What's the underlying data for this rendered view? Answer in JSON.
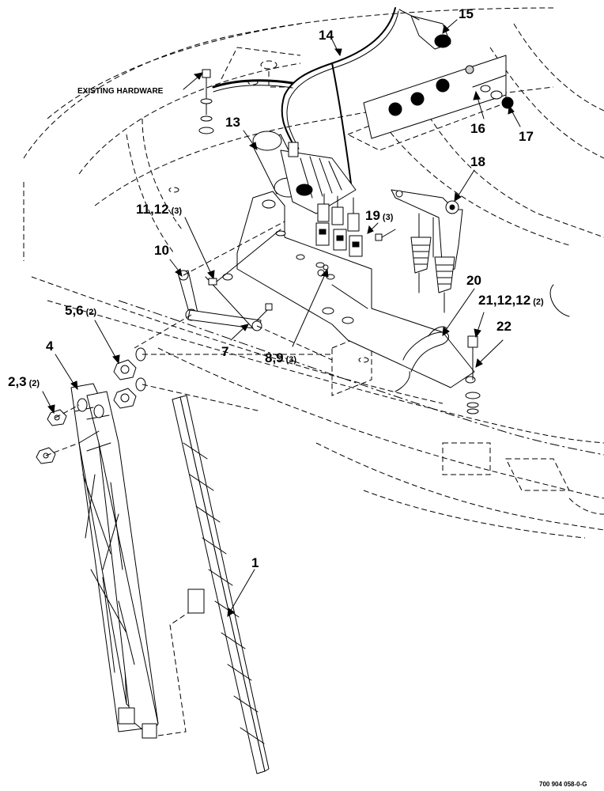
{
  "diagram": {
    "note_label": "EXISTING HARDWARE",
    "drawing_number": "700 904 058-0-G",
    "callouts": [
      {
        "id": "c1",
        "text": "1"
      },
      {
        "id": "c4",
        "text": "4"
      },
      {
        "id": "c7",
        "text": "7"
      },
      {
        "id": "c10",
        "text": "10"
      },
      {
        "id": "c13",
        "text": "13"
      },
      {
        "id": "c14",
        "text": "14"
      },
      {
        "id": "c15",
        "text": "15"
      },
      {
        "id": "c16",
        "text": "16"
      },
      {
        "id": "c17",
        "text": "17"
      },
      {
        "id": "c18",
        "text": "18"
      },
      {
        "id": "c20",
        "text": "20"
      },
      {
        "id": "c22",
        "text": "22"
      },
      {
        "id": "c56",
        "text": "5,6",
        "qty": "(2)"
      },
      {
        "id": "c23",
        "text": "2,3",
        "qty": "(2)"
      },
      {
        "id": "c1112",
        "text": "11,12",
        "qty": "(3)"
      },
      {
        "id": "c19",
        "text": "19",
        "qty": "(3)"
      },
      {
        "id": "c89",
        "text": "8,9",
        "qty": "(3)"
      },
      {
        "id": "c2112",
        "text": "21,12,12",
        "qty": "(2)"
      }
    ]
  }
}
